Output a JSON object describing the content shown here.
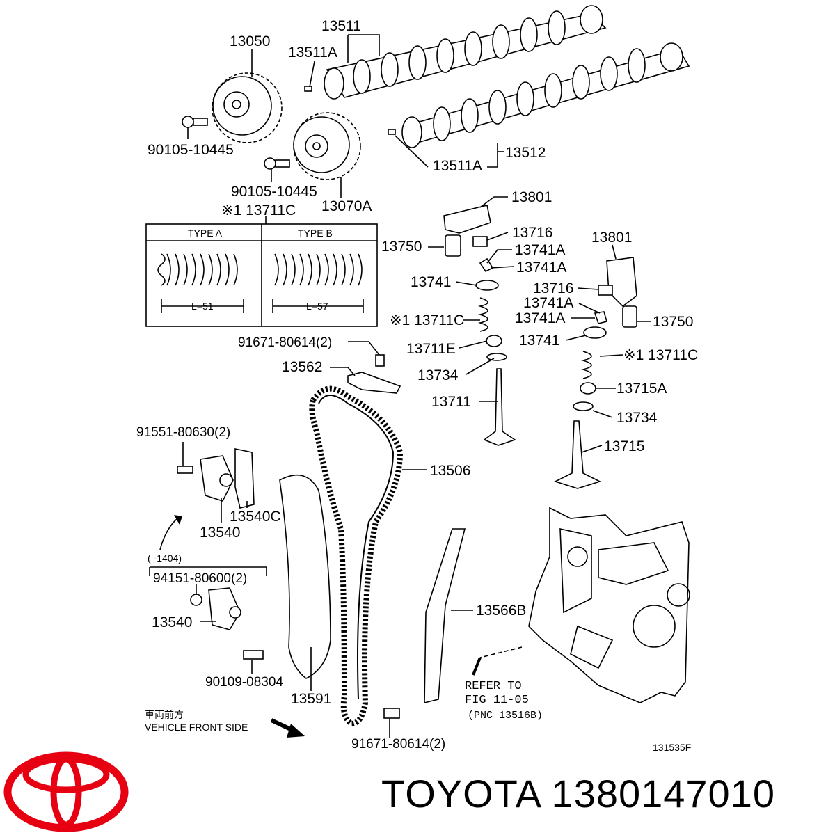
{
  "brand": {
    "name": "TOYOTA",
    "part_number": "1380147010",
    "logo_color": "#e60012"
  },
  "labels": {
    "l13511": "13511",
    "l13050": "13050",
    "l13511A_top": "13511A",
    "l90105_a": "90105-10445",
    "l90105_b": "90105-10445",
    "l13070A": "13070A",
    "l13512": "13512",
    "l13511A_bot": "13511A",
    "l13711C_top": "※1 13711C",
    "l13801_a": "13801",
    "l13716_a": "13716",
    "l13750_a": "13750",
    "l13741A_a1": "13741A",
    "l13741A_a2": "13741A",
    "l13741_a": "13741",
    "l13711C_a": "※1 13711C",
    "l13711E": "13711E",
    "l13734_a": "13734",
    "l13711": "13711",
    "l13801_b": "13801",
    "l13716_b": "13716",
    "l13741A_b1": "13741A",
    "l13741A_b2": "13741A",
    "l13750_b": "13750",
    "l13741_b": "13741",
    "l13711C_b": "※1 13711C",
    "l13715A": "13715A",
    "l13734_b": "13734",
    "l13715": "13715",
    "l91671_top": "91671-80614(2)",
    "l13562": "13562",
    "l13506": "13506",
    "l91551": "91551-80630(2)",
    "l13540C": "13540C",
    "l13540_a": "13540",
    "l1404": "(      -1404)",
    "l94151": "94151-80600(2)",
    "l13540_b": "13540",
    "l13566B": "13566B",
    "l90109": "90109-08304",
    "l13591": "13591",
    "l91671_bot": "91671-80614(2)",
    "l131535F": "131535F",
    "refer1": "REFER TO",
    "refer2": "FIG 11-05",
    "refer3": "(PNC 13516B)",
    "front_jp": "車両前方",
    "front_en": "VEHICLE FRONT SIDE"
  },
  "spring_table": {
    "type_a": "TYPE A",
    "type_b": "TYPE B",
    "len_a": "L=51",
    "len_b": "L=57"
  }
}
